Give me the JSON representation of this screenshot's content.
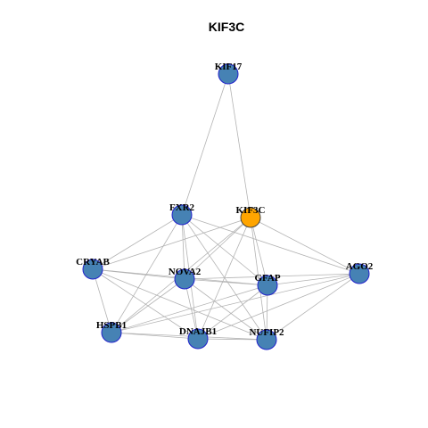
{
  "title": "KIF3C",
  "colors": {
    "node_fill": "#4682b4",
    "node_stroke": "#2222cc",
    "focus_fill": "#ffa500",
    "focus_stroke": "#444444",
    "edge": "#b3b3b3",
    "background": "#ffffff"
  },
  "nodes": [
    {
      "id": "KIF17",
      "label": "KIF17",
      "focus": false
    },
    {
      "id": "FXR2",
      "label": "FXR2",
      "focus": false
    },
    {
      "id": "KIF3C",
      "label": "KIF3C",
      "focus": true
    },
    {
      "id": "CRYAB",
      "label": "CRYAB",
      "focus": false
    },
    {
      "id": "NOVA2",
      "label": "NOVA2",
      "focus": false
    },
    {
      "id": "GFAP",
      "label": "GFAP",
      "focus": false
    },
    {
      "id": "AGO2",
      "label": "AGO2",
      "focus": false
    },
    {
      "id": "HSPB1",
      "label": "HSPB1",
      "focus": false
    },
    {
      "id": "DNAJB1",
      "label": "DNAJB1",
      "focus": false
    },
    {
      "id": "NUFIP2",
      "label": "NUFIP2",
      "focus": false
    }
  ],
  "edges": [
    [
      "KIF17",
      "FXR2"
    ],
    [
      "KIF17",
      "KIF3C"
    ],
    [
      "FXR2",
      "CRYAB"
    ],
    [
      "FXR2",
      "NOVA2"
    ],
    [
      "FXR2",
      "GFAP"
    ],
    [
      "FXR2",
      "AGO2"
    ],
    [
      "FXR2",
      "DNAJB1"
    ],
    [
      "FXR2",
      "NUFIP2"
    ],
    [
      "FXR2",
      "HSPB1"
    ],
    [
      "KIF3C",
      "CRYAB"
    ],
    [
      "KIF3C",
      "NOVA2"
    ],
    [
      "KIF3C",
      "GFAP"
    ],
    [
      "KIF3C",
      "AGO2"
    ],
    [
      "KIF3C",
      "DNAJB1"
    ],
    [
      "KIF3C",
      "NUFIP2"
    ],
    [
      "KIF3C",
      "HSPB1"
    ],
    [
      "CRYAB",
      "NOVA2"
    ],
    [
      "CRYAB",
      "HSPB1"
    ],
    [
      "CRYAB",
      "DNAJB1"
    ],
    [
      "CRYAB",
      "NUFIP2"
    ],
    [
      "CRYAB",
      "GFAP"
    ],
    [
      "NOVA2",
      "GFAP"
    ],
    [
      "NOVA2",
      "AGO2"
    ],
    [
      "NOVA2",
      "DNAJB1"
    ],
    [
      "NOVA2",
      "NUFIP2"
    ],
    [
      "NOVA2",
      "HSPB1"
    ],
    [
      "GFAP",
      "AGO2"
    ],
    [
      "GFAP",
      "DNAJB1"
    ],
    [
      "GFAP",
      "NUFIP2"
    ],
    [
      "GFAP",
      "HSPB1"
    ],
    [
      "AGO2",
      "DNAJB1"
    ],
    [
      "AGO2",
      "NUFIP2"
    ],
    [
      "AGO2",
      "HSPB1"
    ],
    [
      "HSPB1",
      "DNAJB1"
    ],
    [
      "HSPB1",
      "NUFIP2"
    ],
    [
      "DNAJB1",
      "NUFIP2"
    ]
  ]
}
